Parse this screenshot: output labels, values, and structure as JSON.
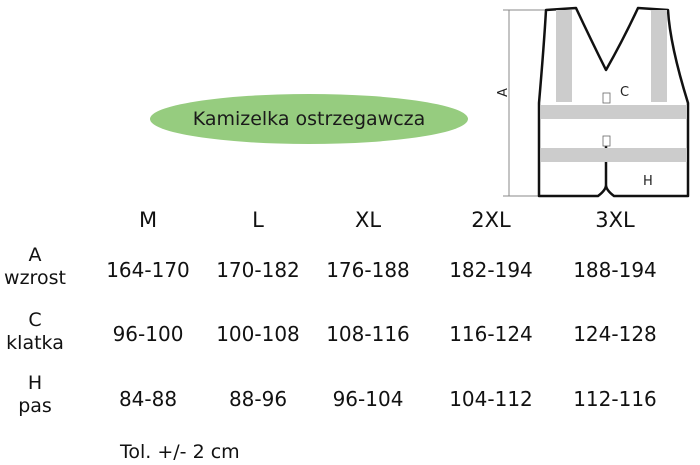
{
  "title": "Kamizelka ostrzegawcza",
  "diagram": {
    "label_a": "A",
    "label_c": "C",
    "label_h": "H"
  },
  "table": {
    "columns": [
      "M",
      "L",
      "XL",
      "2XL",
      "3XL"
    ],
    "rows": [
      {
        "letter": "A",
        "name": "wzrost",
        "values": [
          "164-170",
          "170-182",
          "176-188",
          "182-194",
          "188-194"
        ]
      },
      {
        "letter": "C",
        "name": "klatka",
        "values": [
          "96-100",
          "100-108",
          "108-116",
          "116-124",
          "124-128"
        ]
      },
      {
        "letter": "H",
        "name": "pas",
        "values": [
          "84-88",
          "88-96",
          "96-104",
          "104-112",
          "112-116"
        ]
      }
    ]
  },
  "tolerance": "Tol. +/- 2 cm",
  "colors": {
    "title_background": "#96cc7f",
    "reflective_strip": "#cccccc",
    "vest_outline": "#111111"
  }
}
